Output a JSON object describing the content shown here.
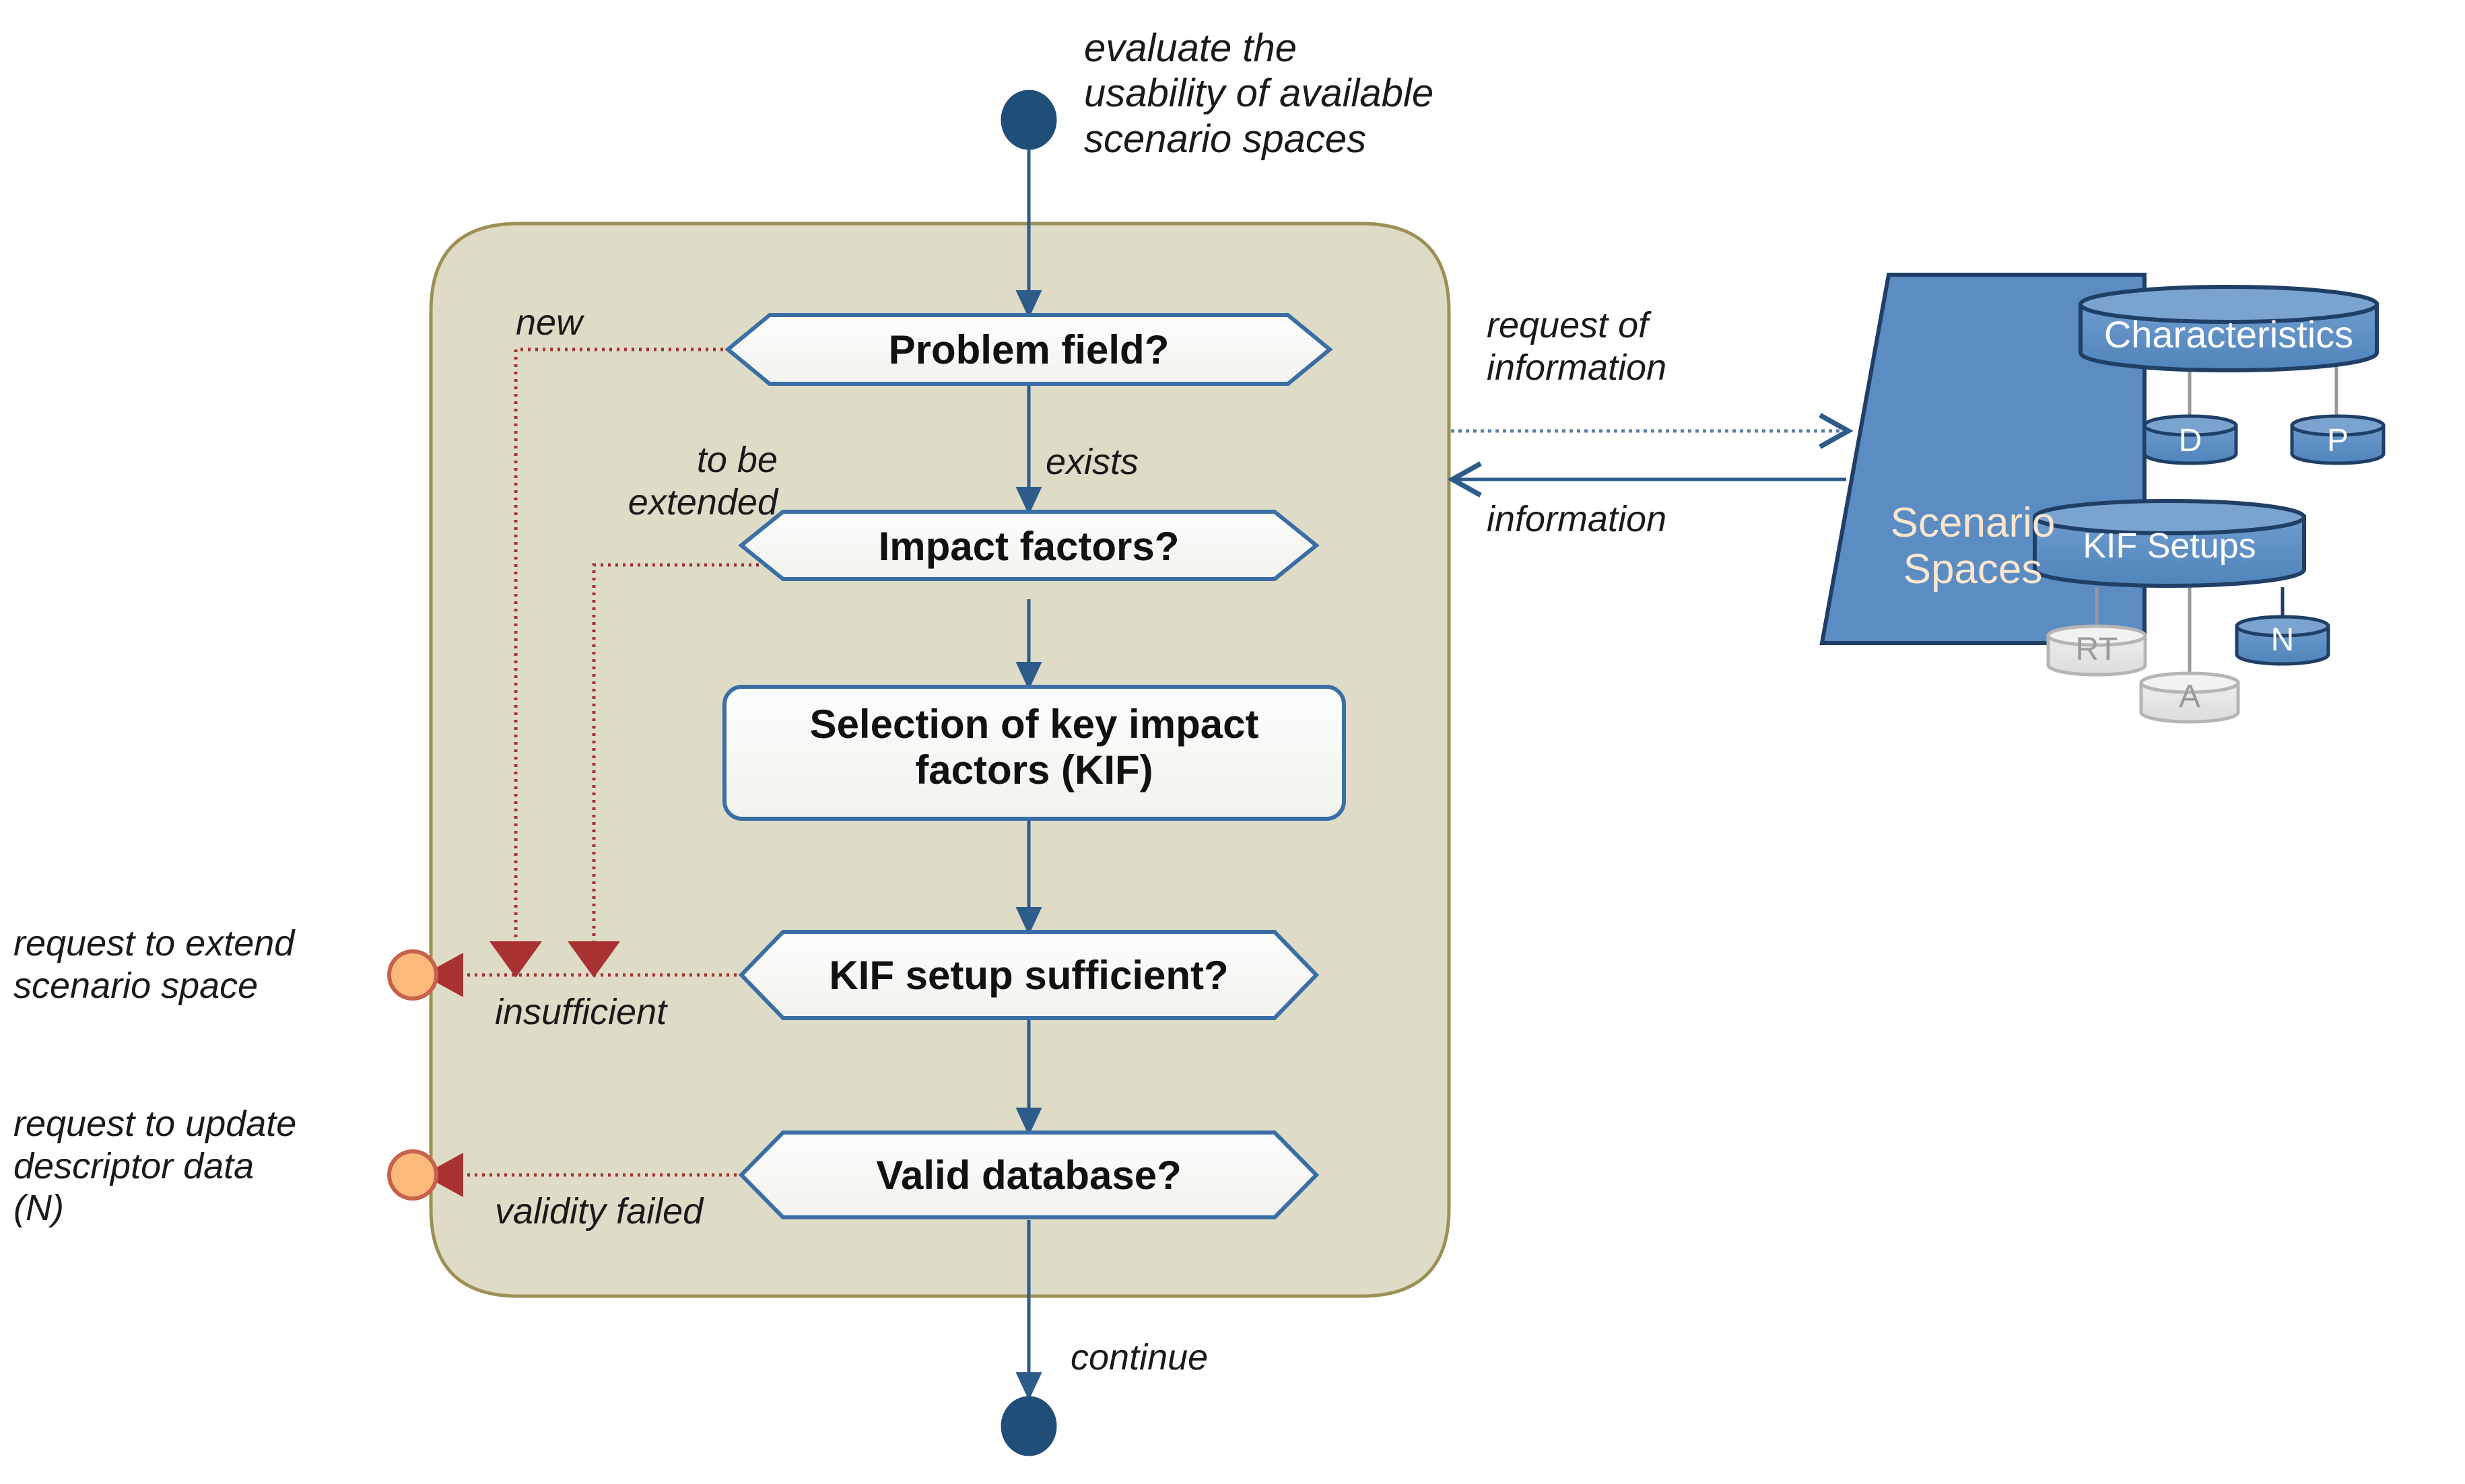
{
  "diagram": {
    "type": "uml-activity-diagram",
    "title_label": "evaluate the usability of available scenario spaces"
  },
  "colors": {
    "partition_fill": "#dedcc7",
    "partition_border": "#9c9155",
    "node_border": "#3a6ea5",
    "node_fill": "#f9f9f7",
    "control_flow": "#2e5c8a",
    "exception_flow": "#a83232",
    "pin_fill": "#fbb97a",
    "pin_border": "#c8614a",
    "datastore_blue": "#5b8cc2",
    "datastore_blue_dark": "#1f3f66",
    "datastore_blue_top": "#7ba3d0",
    "datastore_gray": "#e3e3e3",
    "datastore_gray_border": "#b5b5b5",
    "datastore_text_light": "#ffffff",
    "scenario_spaces_text": "#fbe5cd"
  },
  "start_node": {
    "name": "initial-node",
    "label": "evaluate the\nusability of available\nscenario spaces"
  },
  "end_node": {
    "name": "final-node",
    "label": "continue"
  },
  "nodes": [
    {
      "id": "problem-field",
      "shape": "decision",
      "label": "Problem field?"
    },
    {
      "id": "impact-factors",
      "shape": "decision",
      "label": "Impact factors?"
    },
    {
      "id": "selection-kif",
      "shape": "action",
      "label": "Selection of key impact\nfactors (KIF)"
    },
    {
      "id": "kif-setup",
      "shape": "decision",
      "label": "KIF setup sufficient?"
    },
    {
      "id": "valid-database",
      "shape": "decision",
      "label": "Valid database?"
    }
  ],
  "edge_labels": {
    "new": "new",
    "to_be_extended": "to be\nextended",
    "exists": "exists",
    "insufficient": "insufficient",
    "validity_failed": "validity failed",
    "continue": "continue",
    "request_of_information": "request of\ninformation",
    "information": "information"
  },
  "exit_pins": [
    {
      "id": "pin-extend-scenario-space",
      "label": "request to extend\nscenario space"
    },
    {
      "id": "pin-update-descriptor-data",
      "label": "request to update\ndescriptor data\n(N)"
    }
  ],
  "datastore": {
    "container": {
      "id": "scenario-spaces",
      "label": "Scenario\nSpaces"
    },
    "groups": [
      {
        "id": "characteristics",
        "label": "Characteristics",
        "state": "active",
        "children": [
          {
            "id": "char-d",
            "label": "D",
            "state": "active"
          },
          {
            "id": "char-p",
            "label": "P",
            "state": "active"
          }
        ]
      },
      {
        "id": "kif-setups",
        "label": "KIF Setups",
        "state": "active",
        "children": [
          {
            "id": "kif-rt",
            "label": "RT",
            "state": "inactive"
          },
          {
            "id": "kif-a",
            "label": "A",
            "state": "inactive"
          },
          {
            "id": "kif-n",
            "label": "N",
            "state": "active"
          }
        ]
      }
    ]
  }
}
